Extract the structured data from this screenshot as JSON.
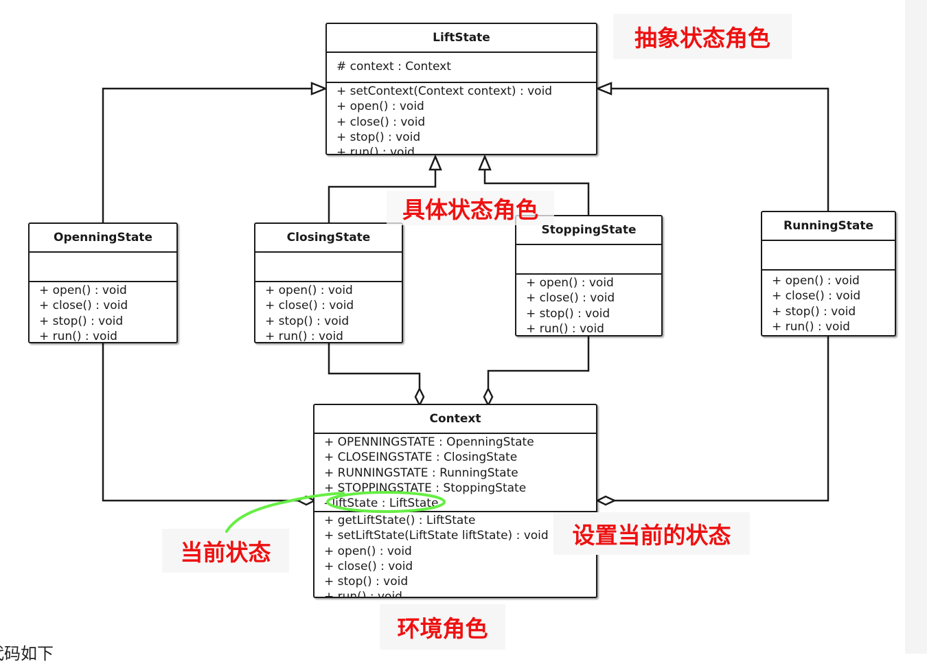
{
  "classes": {
    "lift_state": {
      "name": "LiftState",
      "attributes": [
        "# context : Context"
      ],
      "operations": [
        "+ setContext(Context context) : void",
        "+ open() : void",
        "+ close() : void",
        "+ stop() : void",
        "+ run() : void"
      ]
    },
    "openning_state": {
      "name": "OpenningState",
      "operations": [
        "+ open() : void",
        "+ close() : void",
        "+ stop() : void",
        "+ run() : void"
      ]
    },
    "closing_state": {
      "name": "ClosingState",
      "operations": [
        "+ open() : void",
        "+ close() : void",
        "+ stop() : void",
        "+ run() : void"
      ]
    },
    "stopping_state": {
      "name": "StoppingState",
      "operations": [
        "+ open() : void",
        "+ close() : void",
        "+ stop() : void",
        "+ run() : void"
      ]
    },
    "running_state": {
      "name": "RunningState",
      "operations": [
        "+ open() : void",
        "+ close() : void",
        "+ stop() : void",
        "+ run() : void"
      ]
    },
    "context": {
      "name": "Context",
      "attributes": [
        "+ OPENNINGSTATE : OpenningState",
        "+ CLOSEINGSTATE : ClosingState",
        "+ RUNNINGSTATE : RunningState",
        "+ STOPPINGSTATE : StoppingState",
        "- liftState : LiftState"
      ],
      "operations": [
        "+ getLiftState() : LiftState",
        "+ setLiftState(LiftState liftState) : void",
        "+ open() : void",
        "+ close() : void",
        "+ stop() : void",
        "+ run() : void"
      ]
    }
  },
  "annotations": {
    "abstract_state_role": "抽象状态角色",
    "concrete_state_role": "具体状态角色",
    "current_state": "当前状态",
    "set_current_state": "设置当前的状态",
    "environment_role": "环境角色"
  },
  "colors": {
    "annotation_text": "#ee1111",
    "highlight": "#66ee44",
    "line": "#1a1a1a"
  },
  "footer_text": "代码如下"
}
